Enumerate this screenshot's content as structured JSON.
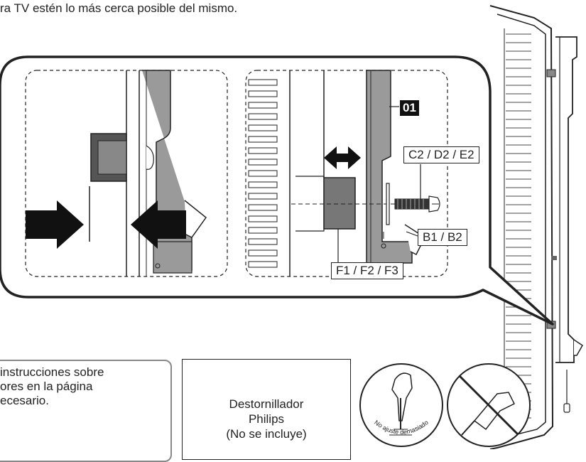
{
  "intro_text": "ra TV estén lo más cerca posible del mismo.",
  "callout": {
    "badge": "01",
    "screw_label": "C2 / D2 / E2",
    "washer_label": "B1 / B2",
    "spacer_label": "F1 / F2 / F3"
  },
  "info_note": {
    "lines": [
      "instrucciones sobre",
      "ores en la página",
      "ecesario."
    ]
  },
  "tool": {
    "name": "Destornillador",
    "type": "Philips",
    "note": "(No se incluye)"
  },
  "warning": {
    "text": "No ajuste demasiado"
  },
  "colors": {
    "line": "#222222",
    "bracket_gray": "#9a9a9a",
    "dark_gray": "#555555"
  },
  "icons": [
    "double-arrow-icon",
    "push-arrow-icon",
    "screw-icon",
    "screwdriver-icon",
    "plus-icon",
    "no-power-drill-icon",
    "hand-tighten-icon"
  ]
}
